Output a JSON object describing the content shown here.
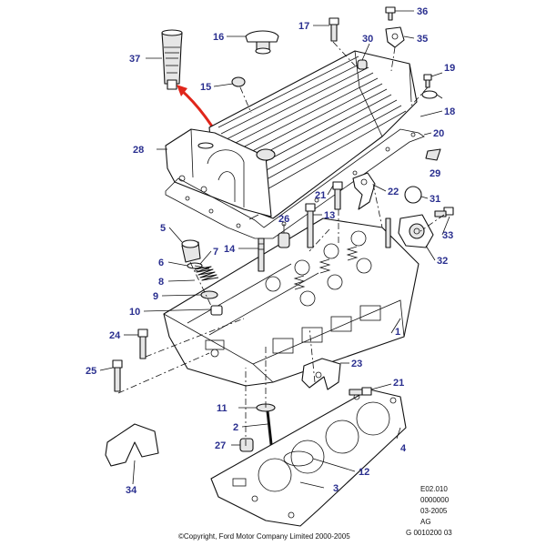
{
  "callouts": [
    {
      "id": "c1",
      "text": "1"
    },
    {
      "id": "c2",
      "text": "2"
    },
    {
      "id": "c3",
      "text": "3"
    },
    {
      "id": "c4",
      "text": "4"
    },
    {
      "id": "c5",
      "text": "5"
    },
    {
      "id": "c6",
      "text": "6"
    },
    {
      "id": "c7",
      "text": "7"
    },
    {
      "id": "c8",
      "text": "8"
    },
    {
      "id": "c9",
      "text": "9"
    },
    {
      "id": "c10",
      "text": "10"
    },
    {
      "id": "c11",
      "text": "11"
    },
    {
      "id": "c12",
      "text": "12"
    },
    {
      "id": "c13",
      "text": "13"
    },
    {
      "id": "c14",
      "text": "14"
    },
    {
      "id": "c15",
      "text": "15"
    },
    {
      "id": "c16",
      "text": "16"
    },
    {
      "id": "c17",
      "text": "17"
    },
    {
      "id": "c18",
      "text": "18"
    },
    {
      "id": "c19",
      "text": "19"
    },
    {
      "id": "c20",
      "text": "20"
    },
    {
      "id": "c21a",
      "text": "21"
    },
    {
      "id": "c21b",
      "text": "21"
    },
    {
      "id": "c22",
      "text": "22"
    },
    {
      "id": "c23",
      "text": "23"
    },
    {
      "id": "c24",
      "text": "24"
    },
    {
      "id": "c25",
      "text": "25"
    },
    {
      "id": "c26",
      "text": "26"
    },
    {
      "id": "c27",
      "text": "27"
    },
    {
      "id": "c28",
      "text": "28"
    },
    {
      "id": "c29",
      "text": "29"
    },
    {
      "id": "c30",
      "text": "30"
    },
    {
      "id": "c31",
      "text": "31"
    },
    {
      "id": "c32",
      "text": "32"
    },
    {
      "id": "c33",
      "text": "33"
    },
    {
      "id": "c34",
      "text": "34"
    },
    {
      "id": "c35",
      "text": "35"
    },
    {
      "id": "c36",
      "text": "36"
    },
    {
      "id": "c37",
      "text": "37"
    }
  ],
  "reference_block": {
    "line1": "E02.010",
    "line2": "0000000",
    "line3": "03-2005",
    "line4": "AG",
    "line5": "G 0010200 03"
  },
  "copyright": "©Copyright, Ford Motor Company Limited 2000-2005",
  "colors": {
    "callout": "#2a2f8f",
    "arrow": "#e0261b",
    "line": "#111111"
  }
}
